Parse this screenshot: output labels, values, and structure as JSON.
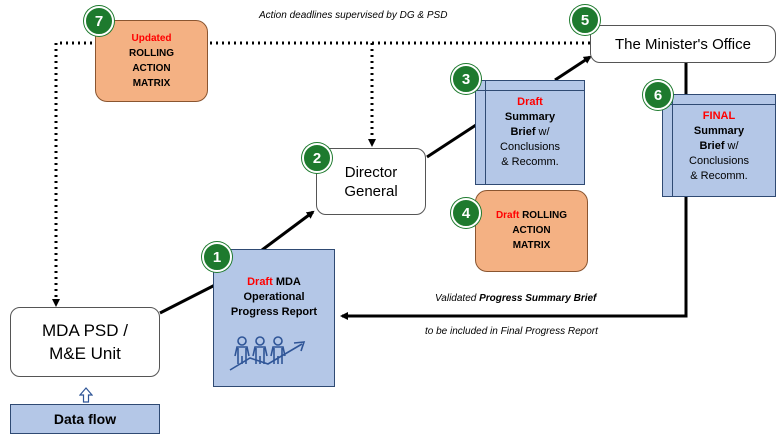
{
  "nodes": {
    "mda_psd": {
      "line1": "MDA PSD /",
      "line2": "M&E Unit"
    },
    "director_general": {
      "line1": "Director",
      "line2": "General"
    },
    "minister_office": {
      "label": "The Minister's Office"
    }
  },
  "documents": {
    "draft_report": {
      "draft": "Draft",
      "mda": "MDA",
      "line2": "Operational",
      "line3": "Progress Report"
    },
    "draft_brief": {
      "draft": "Draft",
      "line2": "Summary",
      "line3a": "Brief",
      "line3b": " w/",
      "line4": "Conclusions",
      "line5": "& Recomm."
    },
    "final_brief": {
      "final": "FINAL",
      "line2": "Summary",
      "line3a": "Brief",
      "line3b": " w/",
      "line4": "Conclusions",
      "line5": "& Recomm."
    }
  },
  "matrices": {
    "draft_matrix": {
      "draft": "Draft",
      "line1": "ROLLING",
      "line2": "ACTION",
      "line3": "MATRIX"
    },
    "updated_matrix": {
      "updated": "Updated",
      "line1": "ROLLING",
      "line2": "ACTION",
      "line3": "MATRIX"
    }
  },
  "badges": [
    "1",
    "2",
    "3",
    "4",
    "5",
    "6",
    "7"
  ],
  "captions": {
    "top": "Action deadlines supervised by DG & PSD",
    "validated_prefix": "Validated ",
    "validated_bold": "Progress Summary Brief",
    "included": "to be included in Final Progress Report"
  },
  "legend": {
    "label": "Data flow"
  },
  "colors": {
    "doc_fill": "#b4c7e7",
    "matrix_fill": "#f4b183",
    "badge_green": "#1e7a2e",
    "accent_red": "#ff0000"
  },
  "icons": [
    "team-growth-icon",
    "up-arrow-icon"
  ]
}
